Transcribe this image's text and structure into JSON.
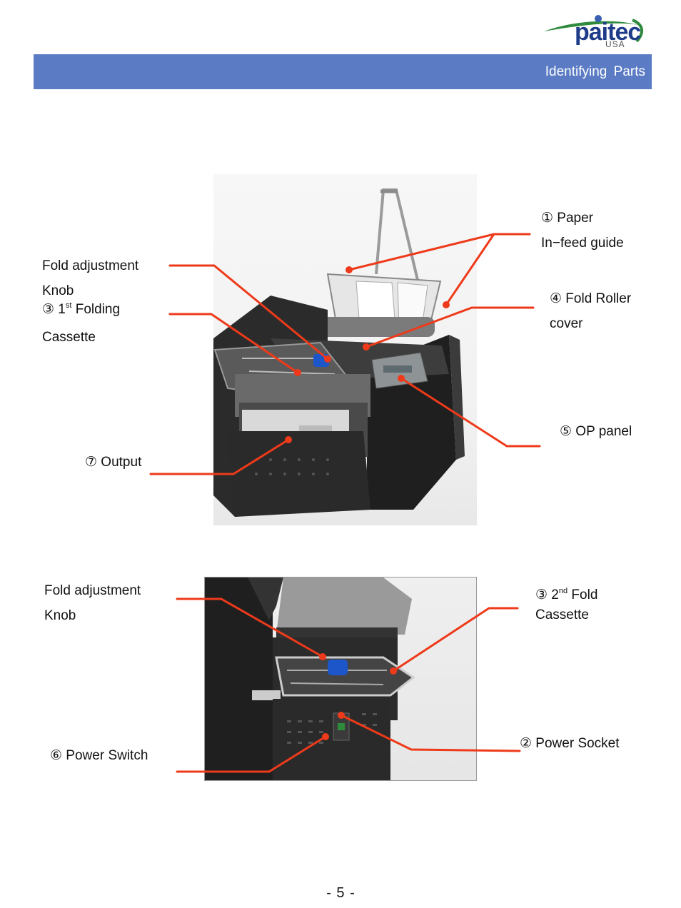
{
  "brand": {
    "word": "paitec",
    "sub": "USA",
    "accent": "#1f3c8a",
    "swoosh": "#2f8a3e"
  },
  "header": {
    "title": "Identifying  Parts",
    "bg": "#5b7cc4"
  },
  "callout_color": "#ee3a1a",
  "labels": {
    "fold_knob_1_line1": "Fold  adjustment",
    "fold_knob_1_line2": "Knob",
    "folding_cassette_1_num": "③ 1",
    "folding_cassette_1_sup": "st",
    "folding_cassette_1_rest": " Folding",
    "folding_cassette_1_line2": "Cassette",
    "paper_guide_line1": "① Paper",
    "paper_guide_line2": "In−feed guide",
    "roller_cover_line1": "④ Fold  Roller",
    "roller_cover_line2": "cover",
    "op_panel": "⑤ OP panel",
    "output": "⑦ Output",
    "fold_knob_2_line1": "Fold  adjustment",
    "fold_knob_2_line2": "Knob",
    "fold_cassette_2_num": "③ 2",
    "fold_cassette_2_sup": "nd",
    "fold_cassette_2_rest": "  Fold",
    "fold_cassette_2_line2": "Cassette",
    "power_switch": "⑥ Power  Switch",
    "power_socket": "② Power  Socket"
  },
  "page_number": "- 5 -"
}
